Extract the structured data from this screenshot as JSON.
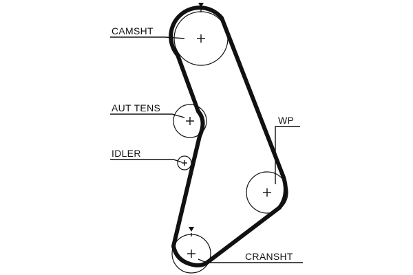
{
  "labels": {
    "camshaft": "CAMSHT",
    "auto_tensioner": "AUT TENS",
    "idler": "IDLER",
    "water_pump": "WP",
    "crankshaft": "CRANSHT"
  },
  "colors": {
    "ink": "#111111",
    "background": "#ffffff"
  },
  "markers": {
    "camshaft_timing_mark": "triangle-down",
    "crankshaft_timing_mark": "triangle-down"
  }
}
